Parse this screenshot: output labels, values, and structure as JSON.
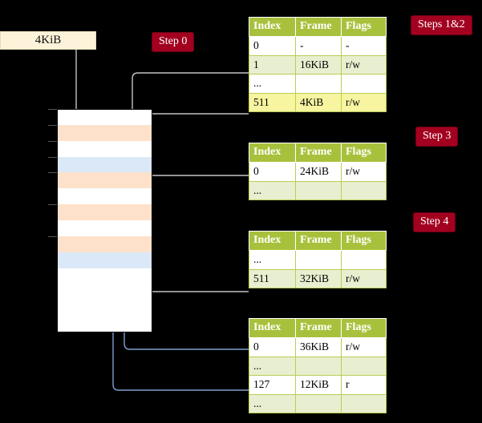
{
  "diagram": {
    "title_box": {
      "label": "4KiB"
    },
    "badges": [
      {
        "name": "step-0",
        "label": "Step 0"
      },
      {
        "name": "steps-1-2",
        "label": "Steps 1&2"
      },
      {
        "name": "step-3",
        "label": "Step 3"
      },
      {
        "name": "step-4",
        "label": "Step 4"
      }
    ],
    "columns": [
      "Index",
      "Frame",
      "Flags"
    ],
    "tables": [
      {
        "name": "page-table-level-1",
        "rows": [
          {
            "index": "0",
            "frame": "-",
            "flags": "-",
            "shade": "odd",
            "highlight": false
          },
          {
            "index": "1",
            "frame": "16KiB",
            "flags": "r/w",
            "shade": "even",
            "highlight": false
          },
          {
            "index": "...",
            "frame": "",
            "flags": "",
            "shade": "odd",
            "highlight": false
          },
          {
            "index": "511",
            "frame": "4KiB",
            "flags": "r/w",
            "shade": "even",
            "highlight": true
          }
        ]
      },
      {
        "name": "page-table-level-2",
        "rows": [
          {
            "index": "0",
            "frame": "24KiB",
            "flags": "r/w",
            "shade": "odd",
            "highlight": false
          },
          {
            "index": "...",
            "frame": "",
            "flags": "",
            "shade": "even",
            "highlight": false
          }
        ]
      },
      {
        "name": "page-table-level-3",
        "rows": [
          {
            "index": "...",
            "frame": "",
            "flags": "",
            "shade": "odd",
            "highlight": false
          },
          {
            "index": "511",
            "frame": "32KiB",
            "flags": "r/w",
            "shade": "even",
            "highlight": false
          }
        ]
      },
      {
        "name": "page-table-level-4",
        "rows": [
          {
            "index": "0",
            "frame": "36KiB",
            "flags": "r/w",
            "shade": "odd",
            "highlight": false
          },
          {
            "index": "...",
            "frame": "",
            "flags": "",
            "shade": "even",
            "highlight": false
          },
          {
            "index": "127",
            "frame": "12KiB",
            "flags": "r",
            "shade": "odd",
            "highlight": false
          },
          {
            "index": "...",
            "frame": "",
            "flags": "",
            "shade": "even",
            "highlight": false
          }
        ]
      }
    ],
    "memory_frames": [
      {
        "fill": "white"
      },
      {
        "fill": "orange"
      },
      {
        "fill": "white"
      },
      {
        "fill": "blue"
      },
      {
        "fill": "orange"
      },
      {
        "fill": "white"
      },
      {
        "fill": "orange"
      },
      {
        "fill": "white"
      },
      {
        "fill": "orange"
      },
      {
        "fill": "blue"
      },
      {
        "fill": "white"
      },
      {
        "fill": "white"
      },
      {
        "fill": "white"
      },
      {
        "fill": "white"
      }
    ],
    "colors": {
      "badge": "#a30020",
      "table_header": "#a8c13c",
      "table_alt_row": "#e8efd0",
      "highlight": "#f7f5a0",
      "frame_orange": "#fde1cb",
      "frame_blue": "#dbe8f7",
      "kib_box": "#fdf3da",
      "wire_gray": "#bfbfbf",
      "wire_blue": "#7f9fcf"
    }
  }
}
